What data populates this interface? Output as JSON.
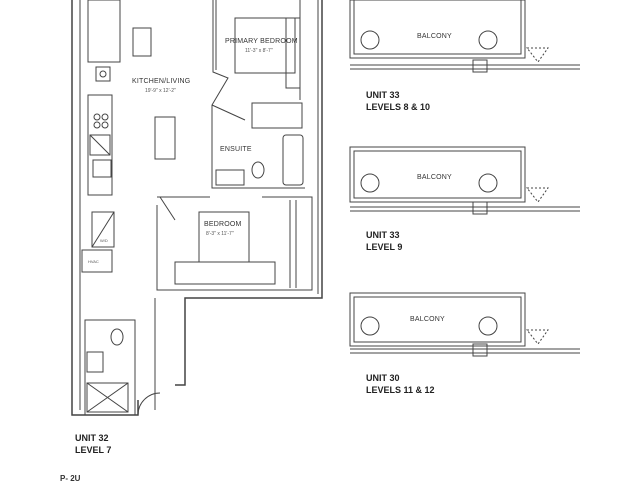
{
  "main_unit": {
    "rooms": [
      {
        "name": "PRIMARY BEDROOM",
        "size": "11'-3\" x 8'-7\""
      },
      {
        "name": "KITCHEN/LIVING",
        "size": "19'-9\" x 12'-2\""
      },
      {
        "name": "ENSUITE",
        "size": ""
      },
      {
        "name": "BEDROOM",
        "size": "8'-3\" x 11'-7\""
      }
    ],
    "small_labels": {
      "wd": "W/D",
      "hvac": "HVAC"
    },
    "unit": "UNIT 32",
    "level": "LEVEL 7"
  },
  "balcony_variants": [
    {
      "balcony": "BALCONY",
      "unit": "UNIT 33",
      "level": "LEVELS 8 & 10"
    },
    {
      "balcony": "BALCONY",
      "unit": "UNIT 33",
      "level": "LEVEL 9"
    },
    {
      "balcony": "BALCONY",
      "unit": "UNIT 30",
      "level": "LEVELS 11 & 12"
    }
  ],
  "sheet_ref": "P- 2U"
}
